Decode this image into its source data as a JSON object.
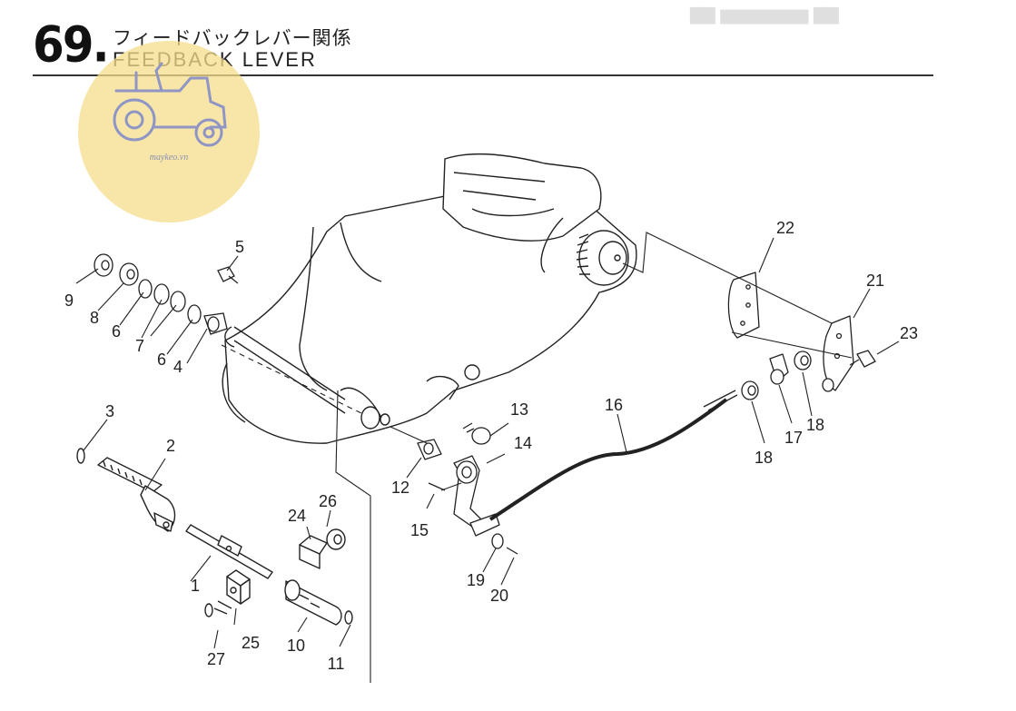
{
  "header": {
    "section_number": "69.",
    "title_jp": "フィードバックレバー関係",
    "title_en": "FEEDBACK LEVER"
  },
  "watermark": {
    "text": "maykeo.vn",
    "icon": "tractor-icon",
    "color": "#f5dc8a"
  },
  "callouts": [
    "1",
    "2",
    "3",
    "4",
    "5",
    "6",
    "6",
    "7",
    "8",
    "9",
    "10",
    "11",
    "12",
    "13",
    "14",
    "15",
    "16",
    "17",
    "18",
    "18",
    "19",
    "20",
    "21",
    "22",
    "23",
    "24",
    "25",
    "26",
    "27"
  ]
}
